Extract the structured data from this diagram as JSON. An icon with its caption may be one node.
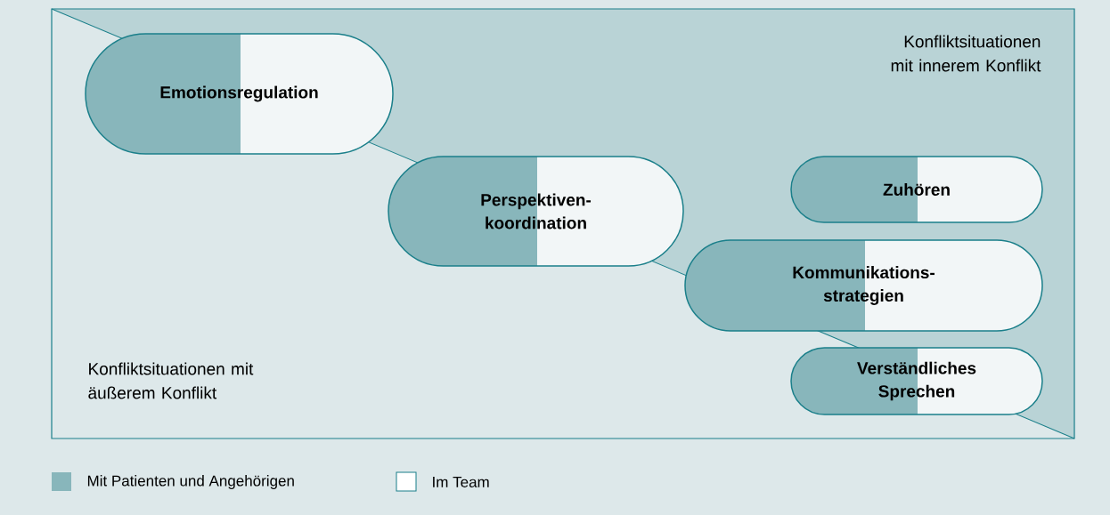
{
  "diagram": {
    "nodes": [
      {
        "text": [
          "Emotionsregulation"
        ]
      },
      {
        "text": [
          "Perspektiven- koordination"
        ]
      },
      {
        "text": [
          "Zuhören"
        ]
      },
      {
        "text": [
          "Kommunikations- strategien"
        ]
      },
      {
        "text": [
          "Verständliches Sprechen"
        ]
      }
    ],
    "edges": [],
    "labels": [
      "Konfliktsituationen mit innerem Konflikt",
      "Konfliktsituationen mit äußerem Konflikt"
    ],
    "legend": [
      {
        "text": "Mit Patienten und Angehörigen",
        "color": "#88b6bb"
      },
      {
        "text": "Im Team",
        "color": "#ffffff"
      }
    ]
  }
}
